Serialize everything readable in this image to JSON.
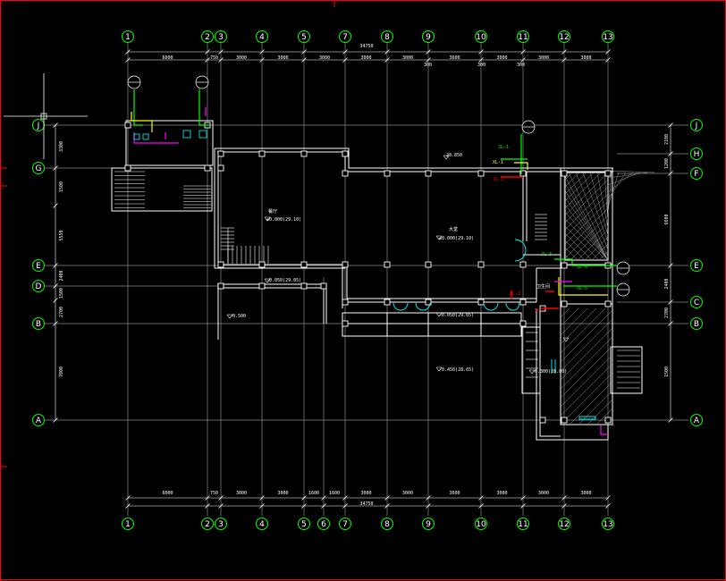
{
  "drawing": {
    "grid_top": [
      "1",
      "2",
      "3",
      "4",
      "5",
      "7",
      "8",
      "9",
      "10",
      "11",
      "12",
      "13"
    ],
    "grid_bottom": [
      "1",
      "2",
      "3",
      "4",
      "5",
      "6",
      "7",
      "8",
      "9",
      "10",
      "11",
      "12",
      "13"
    ],
    "grid_rows_left": [
      "J",
      "G",
      "E",
      "D",
      "B",
      "A"
    ],
    "grid_rows_right": [
      "J",
      "H",
      "F",
      "E",
      "C",
      "B",
      "A"
    ],
    "overall_top": "34750",
    "overall_bottom": "34750",
    "dims_top": [
      "6000",
      "750",
      "3000",
      "3000",
      "3000",
      "3000",
      "3000",
      "3600",
      "3000",
      "3000",
      "3000"
    ],
    "dims_bottom": [
      "6000",
      "750",
      "3000",
      "3000",
      "1600",
      "1600",
      "3000",
      "3000",
      "3600",
      "3000",
      "3000",
      "3000"
    ],
    "dims_inner_top": [
      "300",
      "300",
      "300"
    ],
    "dims_left": [
      "3300",
      "1500",
      "5550",
      "2400",
      "1500",
      "2700",
      "7000"
    ],
    "dims_right": [
      "2100",
      "1200",
      "6600",
      "2400",
      "2700",
      "1500",
      "7000"
    ],
    "elevations": [
      "±0.000(29.10)",
      "±0.000(29.10)",
      "-0.050(29.05)",
      "-0.050(29.05)",
      "-0.450(28.65)",
      "-0.300(28.80)",
      "-0.500",
      "28.850"
    ],
    "pipe_labels": [
      "XL-1",
      "JL-1",
      "JL-2",
      "JL-3",
      "JL-4",
      "XL-2",
      "JL-5",
      "XL-3"
    ],
    "room_labels": [
      "餐厅",
      "大堂",
      "卫生间"
    ]
  },
  "colors": {
    "background": "#000000",
    "wall": "#ffffff",
    "grid_line": "#8a8a8a",
    "axis_bubble": "#00ff00",
    "cold_water": "#00ff00",
    "hot_water": "#ffff00",
    "drain": "#ff00ff",
    "fire": "#ff0000",
    "cyan_fixture": "#00ffff",
    "hatch": "#9a9a9a"
  }
}
